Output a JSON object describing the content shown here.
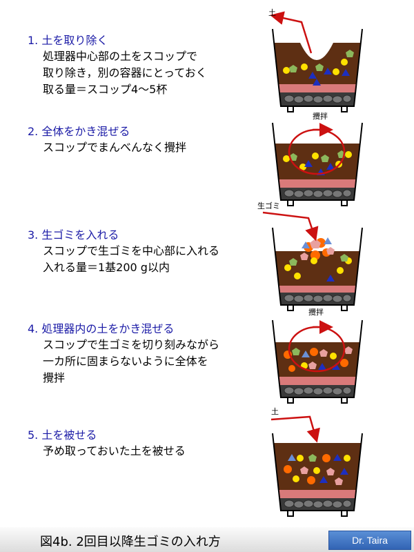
{
  "steps": [
    {
      "title": "1. 土を取り除く",
      "lines": [
        "処理器中心部の土をスコップで",
        "取り除き，別の容器にとっておく",
        "取る量＝スコップ4〜5杯"
      ],
      "label": "土"
    },
    {
      "title": "2. 全体をかき混ぜる",
      "lines": [
        "スコップでまんべんなく攪拌"
      ],
      "label": "攪拌"
    },
    {
      "title": "3. 生ゴミを入れる",
      "lines": [
        "スコップで生ゴミを中心部に入れる",
        "入れる量＝1基200 g以内"
      ],
      "label": "生ゴミ"
    },
    {
      "title": "4. 処理器内の土をかき混ぜる",
      "lines": [
        "スコップで生ゴミを切り刻みながら",
        "一カ所に固まらないように全体を",
        "攪拌"
      ],
      "label": "攪拌"
    },
    {
      "title": "5. 土を被せる",
      "lines": [
        "予め取っておいた土を被せる"
      ],
      "label": "土"
    }
  ],
  "footer": {
    "caption": "図4b. 2回目以降生ゴミの入れ方",
    "author": "Dr. Taira"
  },
  "colors": {
    "soil": "#5e2f13",
    "clay": "#d97a7a",
    "stones": "#555555",
    "arrow": "#cc1111",
    "title": "#1a1aa6",
    "yellow_ball": "#ffe100",
    "green_pentagon": "#8cb85c",
    "blue_triangle": "#1d2fbf",
    "orange_ball": "#ff6a00",
    "pink_pentagon": "#e8a0a0",
    "lightblue_triangle": "#6a8fd6"
  }
}
